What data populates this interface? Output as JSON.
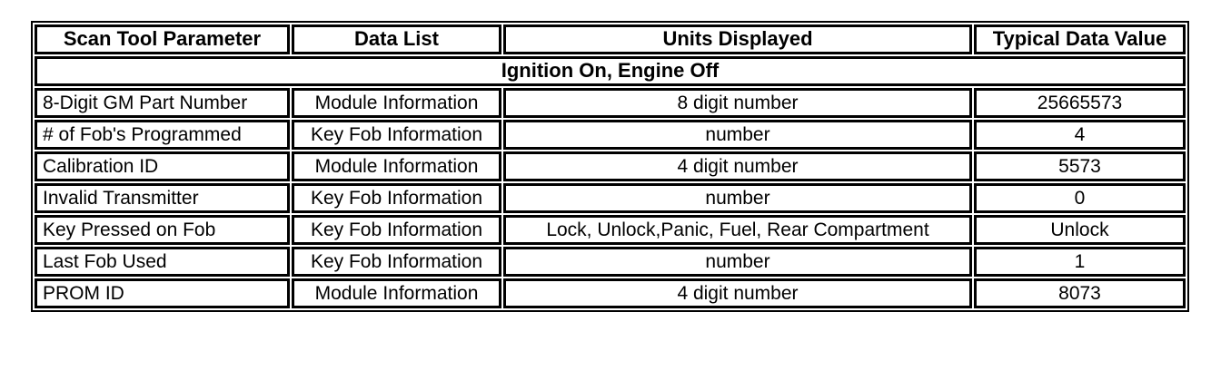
{
  "table": {
    "headers": [
      "Scan Tool Parameter",
      "Data List",
      "Units Displayed",
      "Typical Data Value"
    ],
    "section_row": "Ignition On, Engine Off",
    "rows": [
      {
        "parameter": "8-Digit GM Part Number",
        "data_list": "Module Information",
        "units": "8 digit number",
        "value": "25665573"
      },
      {
        "parameter": "# of Fob's Programmed",
        "data_list": "Key Fob Information",
        "units": "number",
        "value": "4"
      },
      {
        "parameter": "Calibration ID",
        "data_list": "Module Information",
        "units": "4 digit number",
        "value": "5573"
      },
      {
        "parameter": "Invalid Transmitter",
        "data_list": "Key Fob Information",
        "units": "number",
        "value": "0"
      },
      {
        "parameter": "Key Pressed on Fob",
        "data_list": "Key Fob Information",
        "units": "Lock, Unlock,Panic, Fuel, Rear Compartment",
        "value": "Unlock"
      },
      {
        "parameter": "Last Fob Used",
        "data_list": "Key Fob Information",
        "units": "number",
        "value": "1"
      },
      {
        "parameter": "PROM ID",
        "data_list": "Module Information",
        "units": "4 digit number",
        "value": "8073"
      }
    ]
  },
  "colors": {
    "border": "#000000",
    "text": "#000000",
    "background": "#ffffff"
  }
}
